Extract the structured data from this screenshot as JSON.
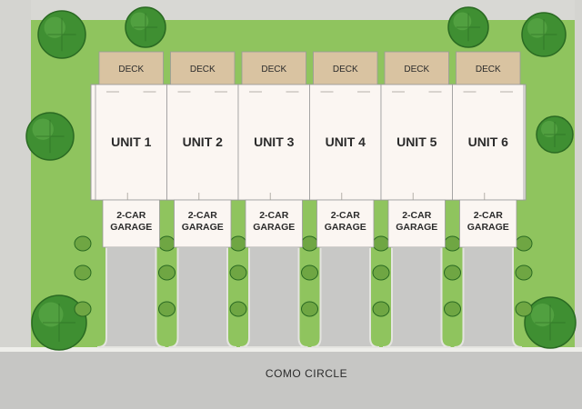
{
  "colors": {
    "lawn": "#8fc45e",
    "lawn_dark": "#6fa643",
    "tree": "#3f8f32",
    "tree_dark": "#2a6a22",
    "pavement": "#c8c8c6",
    "curb": "#f2f2ee",
    "building": "#fbf6f2",
    "deck": "#d9c3a1",
    "outline": "#9a9a9a"
  },
  "units": [
    {
      "label": "UNIT 1",
      "deck": "DECK",
      "garage": [
        "2-CAR",
        "GARAGE"
      ]
    },
    {
      "label": "UNIT 2",
      "deck": "DECK",
      "garage": [
        "2-CAR",
        "GARAGE"
      ]
    },
    {
      "label": "UNIT 3",
      "deck": "DECK",
      "garage": [
        "2-CAR",
        "GARAGE"
      ]
    },
    {
      "label": "UNIT 4",
      "deck": "DECK",
      "garage": [
        "2-CAR",
        "GARAGE"
      ]
    },
    {
      "label": "UNIT 5",
      "deck": "DECK",
      "garage": [
        "2-CAR",
        "GARAGE"
      ]
    },
    {
      "label": "UNIT 6",
      "deck": "DECK",
      "garage": [
        "2-CAR",
        "GARAGE"
      ]
    }
  ],
  "street": {
    "name": "COMO CIRCLE"
  }
}
